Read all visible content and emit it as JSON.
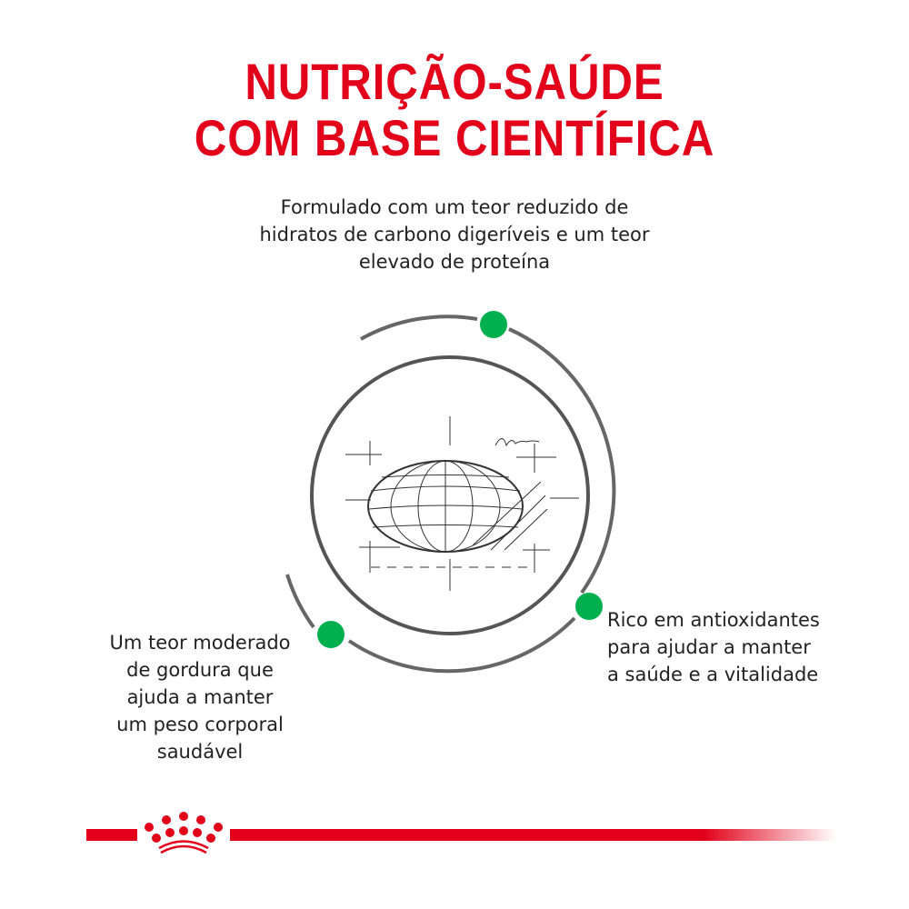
{
  "title": {
    "line1": "NUTRIÇÃO-SAÚDE",
    "line2": "COM BASE CIENTÍFICA"
  },
  "benefits": {
    "top": [
      "Formulado com um teor reduzido de",
      "hidratos de carbono digeríveis e um teor",
      "elevado de proteína"
    ],
    "left": [
      "Um teor moderado",
      "de gordura que",
      "ajuda a manter",
      "um peso corporal",
      "saudável"
    ],
    "right": [
      "Rico em antioxidantes",
      "para ajudar a manter",
      "a saúde e a vitalidade"
    ]
  },
  "colors": {
    "brand_red": "#e2001a",
    "dot_green": "#00b04f"
  },
  "logo": {
    "name": "crown-logo"
  }
}
